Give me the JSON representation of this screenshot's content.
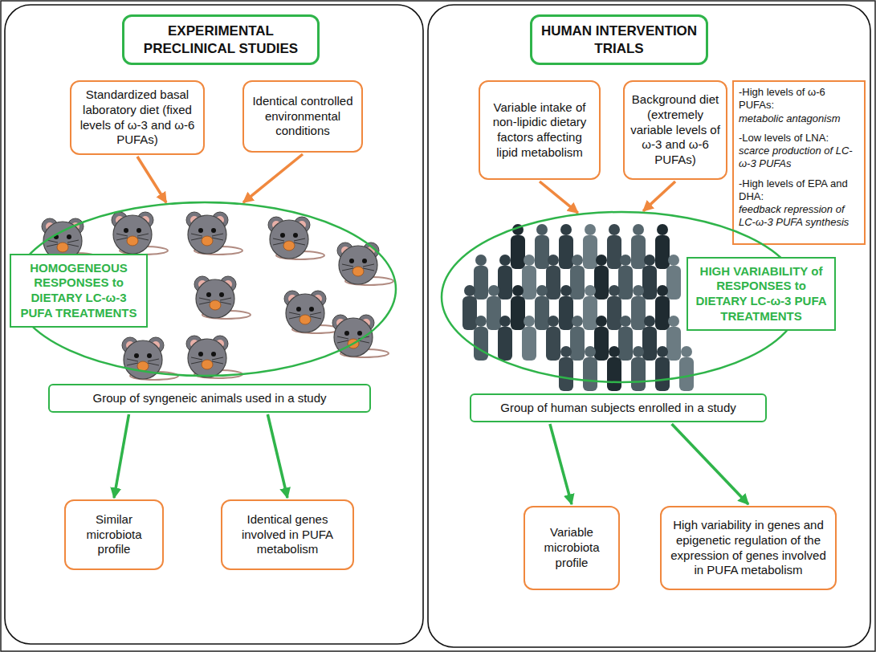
{
  "diagram": {
    "nodes": [
      {
        "text": [
          "EXPERIMENTAL PRECLINICAL STUDIES"
        ]
      },
      {
        "text": [
          "Standardized basal laboratory diet (fixed levels of ω-3 and ω-6 PUFAs)"
        ]
      },
      {
        "text": [
          "Identical controlled environmental conditions"
        ]
      },
      {
        "text": [
          "HOMOGENEOUS RESPONSES to DIETARY LC-ω-3 PUFA TREATMENTS"
        ]
      },
      {
        "text": [
          "Group of syngeneic animals used in a study"
        ]
      },
      {
        "text": [
          "Similar microbiota profile"
        ]
      },
      {
        "text": [
          "Identical genes involved in PUFA metabolism"
        ]
      },
      {
        "text": [
          "HUMAN INTERVENTION TRIALS"
        ]
      },
      {
        "text": [
          "Variable intake of non-lipidic dietary factors affecting lipid metabolism"
        ]
      },
      {
        "text": [
          "Background diet (extremely variable levels of ω-3 and ω-6 PUFAs)"
        ]
      },
      {
        "text": [
          "-High levels of ω-6 PUFAs:",
          "metabolic antagonism",
          "-Low levels of LNA:",
          "scarce production of LC-ω-3 PUFAs",
          "-High levels of EPA and DHA:",
          "feedback repression of LC-ω-3 PUFA synthesis"
        ]
      },
      {
        "text": [
          "HIGH VARIABILITY of RESPONSES to DIETARY LC-ω-3 PUFA TREATMENTS"
        ]
      },
      {
        "text": [
          "Group of human subjects enrolled in a study"
        ]
      },
      {
        "text": [
          "Variable microbiota profile"
        ]
      },
      {
        "text": [
          "High variability in genes and epigenetic regulation of the expression of genes involved in PUFA metabolism"
        ]
      }
    ],
    "edges": [
      {
        "from": 1,
        "to": 3,
        "arrow": "to"
      },
      {
        "from": 2,
        "to": 3,
        "arrow": "to"
      },
      {
        "from": 4,
        "to": 5,
        "arrow": "to"
      },
      {
        "from": 4,
        "to": 6,
        "arrow": "to"
      },
      {
        "from": 8,
        "to": 11,
        "arrow": "to"
      },
      {
        "from": 9,
        "to": 11,
        "arrow": "to"
      },
      {
        "from": 12,
        "to": 13,
        "arrow": "to"
      },
      {
        "from": 12,
        "to": 14,
        "arrow": "to"
      }
    ]
  }
}
